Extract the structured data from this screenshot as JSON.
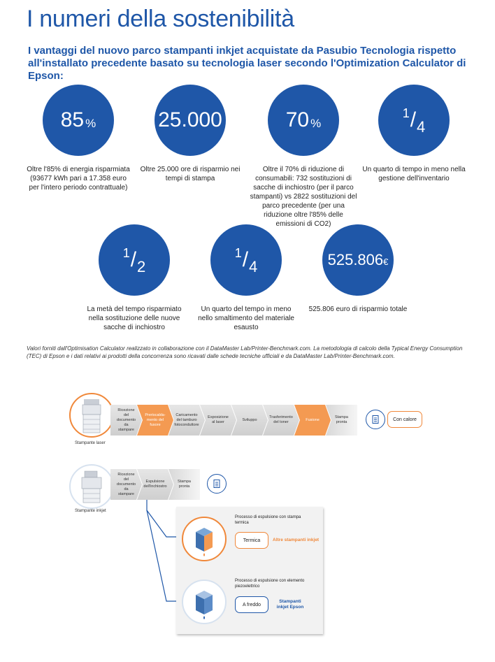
{
  "page": {
    "title": "I numeri della sostenibilità",
    "subtitle": "I vantaggi del nuovo parco stampanti inkjet acquistate da Pasubio Tecnologia rispetto all'installato precedente basato su tecnologia laser secondo l'Optimization Calculator di Epson:"
  },
  "stats": [
    {
      "value": "85",
      "unit": "%",
      "description": "Oltre l'85% di energia risparmiata (93677 kWh pari a 17.358 euro per l'intero periodo contrattuale)"
    },
    {
      "value": "25.000",
      "unit": "",
      "description": "Oltre 25.000 ore di risparmio nei tempi di stampa"
    },
    {
      "value": "70",
      "unit": "%",
      "description": "Oltre il 70% di riduzione di consumabili: 732 sostituzioni di sacche di inchiostro (per il parco stampanti) vs 2822 sostituzioni del parco precedente (per una riduzione oltre l'85% delle emissioni di CO2)"
    },
    {
      "numerator": "1",
      "denominator": "4",
      "description": "Un quarto di tempo in meno nella gestione dell'inventario"
    },
    {
      "numerator": "1",
      "denominator": "2",
      "description": "La metà del tempo risparmiato nella sostituzione delle nuove sacche di inchiostro"
    },
    {
      "numerator": "1",
      "denominator": "4",
      "description": "Un quarto del tempo in meno nello smaltimento del materiale esausto"
    },
    {
      "value": "525.806",
      "unit": "€",
      "description": "525.806 euro di risparmio totale"
    }
  ],
  "footnote": "Valori forniti dall'Optimisation Calculator realizzato in collaborazione con il DataMaster Lab/Printer-Benchmark.com. La metodologia di calcolo della Typical Energy Consumption (TEC) di Epson e i dati relativi ai prodotti della concorrenza sono ricavati dalle schede tecniche ufficiali e da DataMaster Lab/Printer-Benchmark.com.",
  "diagram": {
    "laser_label": "Stampante laser",
    "inkjet_label": "Stampante inkjet",
    "laser_steps": [
      "Ricezione del documento da stampare",
      "Preriscalda-mento del fusore",
      "Caricamento del tamburo fotoconduttore",
      "Esposizione al laser",
      "Sviluppo",
      "Trasferimento del toner",
      "Fusione",
      "Stampa pronta"
    ],
    "laser_hot_steps": [
      1,
      6
    ],
    "laser_result": "Con calore",
    "inkjet_steps": [
      "Ricezione del documento da stampare",
      "Espulsione dell'inchiostro",
      "Stampa pronta"
    ],
    "thermal": {
      "caption": "Processo di espulsione con stampa termica",
      "pill": "Termica",
      "tag": "Altre stampanti inkjet"
    },
    "piezo": {
      "caption": "Processo di espulsione con elemento piezoelettrico",
      "pill": "A freddo",
      "tag": "Stampanti inkjet Epson"
    }
  },
  "colors": {
    "brand_blue": "#1f57a8",
    "accent_orange": "#f0883a"
  }
}
